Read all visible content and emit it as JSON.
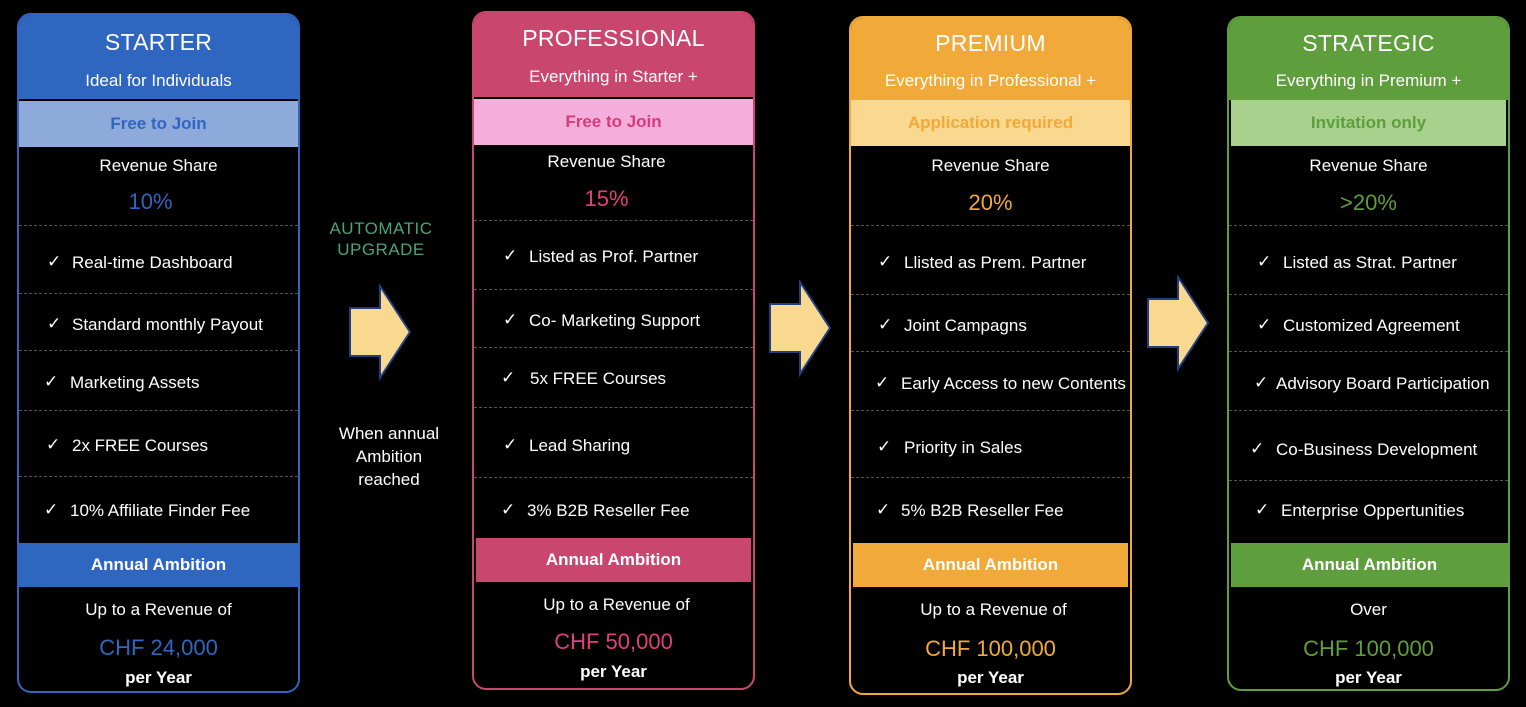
{
  "tiers": [
    {
      "name": "STARTER",
      "subtitle": "Ideal for Individuals",
      "join": "Free to Join",
      "revenue_label": "Revenue Share",
      "revenue_value": "10%",
      "features": [
        "Real-time Dashboard",
        "Standard monthly Payout",
        "Marketing Assets",
        "2x FREE Courses",
        "10% Affiliate Finder Fee"
      ],
      "ambition_label": "Annual Ambition",
      "ambition_prefix": "Up to a Revenue of",
      "ambition_value": "CHF 24,000",
      "ambition_suffix": "per Year",
      "colors": {
        "main": "#2f66bf",
        "join_bg": "#8eaadb",
        "join_text": "#2f66bf",
        "value": "#2f66bf"
      }
    },
    {
      "name": "PROFESSIONAL",
      "subtitle": "Everything in Starter +",
      "join": "Free to Join",
      "revenue_label": "Revenue Share",
      "revenue_value": "15%",
      "features": [
        "Listed as Prof. Partner",
        "Co- Marketing Support",
        "5x FREE Courses",
        "Lead Sharing",
        "3% B2B Reseller Fee"
      ],
      "ambition_label": "Annual Ambition",
      "ambition_prefix": "Up to a Revenue of",
      "ambition_value": "CHF 50,000",
      "ambition_suffix": "per Year",
      "colors": {
        "main": "#c9466f",
        "join_bg": "#f4aedb",
        "join_text": "#d93a7d",
        "value": "#e0407e"
      }
    },
    {
      "name": "PREMIUM",
      "subtitle": "Everything in Professional +",
      "join": "Application required",
      "revenue_label": "Revenue Share",
      "revenue_value": "20%",
      "features": [
        "Llisted as Prem. Partner",
        "Joint Campagns",
        "Early Access to new Contents",
        "Priority in Sales",
        "5% B2B Reseller Fee"
      ],
      "ambition_label": "Annual Ambition",
      "ambition_prefix": "Up to a Revenue of",
      "ambition_value": "CHF 100,000",
      "ambition_suffix": "per Year",
      "colors": {
        "main": "#f1a93a",
        "join_bg": "#f9d98f",
        "join_text": "#f1a93a",
        "value": "#f1a93a"
      }
    },
    {
      "name": "STRATEGIC",
      "subtitle": "Everything in Premium +",
      "join": "Invitation only",
      "revenue_label": "Revenue Share",
      "revenue_value": ">20%",
      "features": [
        "Listed as Strat. Partner",
        "Customized Agreement",
        "Advisory Board Participation",
        "Co-Business Development",
        "Enterprise Oppertunities"
      ],
      "ambition_label": "Annual Ambition",
      "ambition_prefix": "Over",
      "ambition_value": "CHF 100,000",
      "ambition_suffix": "per Year",
      "colors": {
        "main": "#5f9e3c",
        "join_bg": "#a9d18e",
        "join_text": "#5f9e3c",
        "value": "#5f9e3c"
      }
    }
  ],
  "upgrade": {
    "title": "AUTOMATIC UPGRADE",
    "title_color": "#4aa37b",
    "note": "When annual Ambition reached",
    "arrow_color": "#f9d98f",
    "arrow_stroke": "#1f3f80"
  },
  "check_glyph": "✓"
}
